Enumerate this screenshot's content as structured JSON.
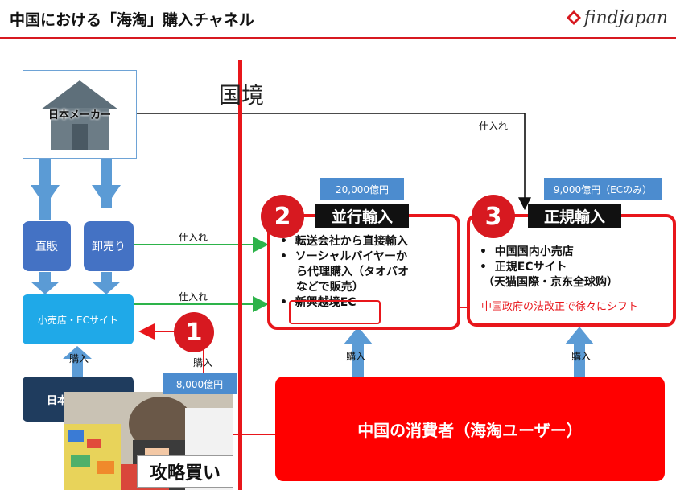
{
  "header": {
    "title": "中国における「海淘」購入チャネル",
    "logo": "findjapan"
  },
  "border_label": "国境",
  "maker": "日本メーカー",
  "jp_channels": {
    "direct": "直販",
    "wholesale": "卸売り",
    "retail": "小売店・ECサイト",
    "consumer": "日本の消費者",
    "photo_label": "攻略買い"
  },
  "flow_labels": {
    "shiire": "仕入れ",
    "kounyu": "購入"
  },
  "channel1": {
    "number": "1",
    "amount": "8,000億円"
  },
  "channel2": {
    "number": "2",
    "title": "並行輸入",
    "amount": "20,000億円",
    "items": [
      "転送会社から直接輸入",
      "ソーシャルバイヤーか",
      "ら代理購入（タオバオ",
      "などで販売）",
      "新興越境EC"
    ]
  },
  "channel3": {
    "number": "3",
    "title": "正規輸入",
    "amount": "9,000億円（ECのみ）",
    "items": [
      "中国国内小売店",
      "正規ECサイト",
      "（天猫国際・京东全球购）"
    ],
    "note": "中国政府の法改正で徐々にシフト"
  },
  "cn_consumer": "中国の消費者（海淘ユーザー）",
  "colors": {
    "accent_red": "#e8161b",
    "blue": "#4472c4",
    "light_blue": "#1fa9e8",
    "navy": "#1f3c5e",
    "green": "#2db34a"
  }
}
